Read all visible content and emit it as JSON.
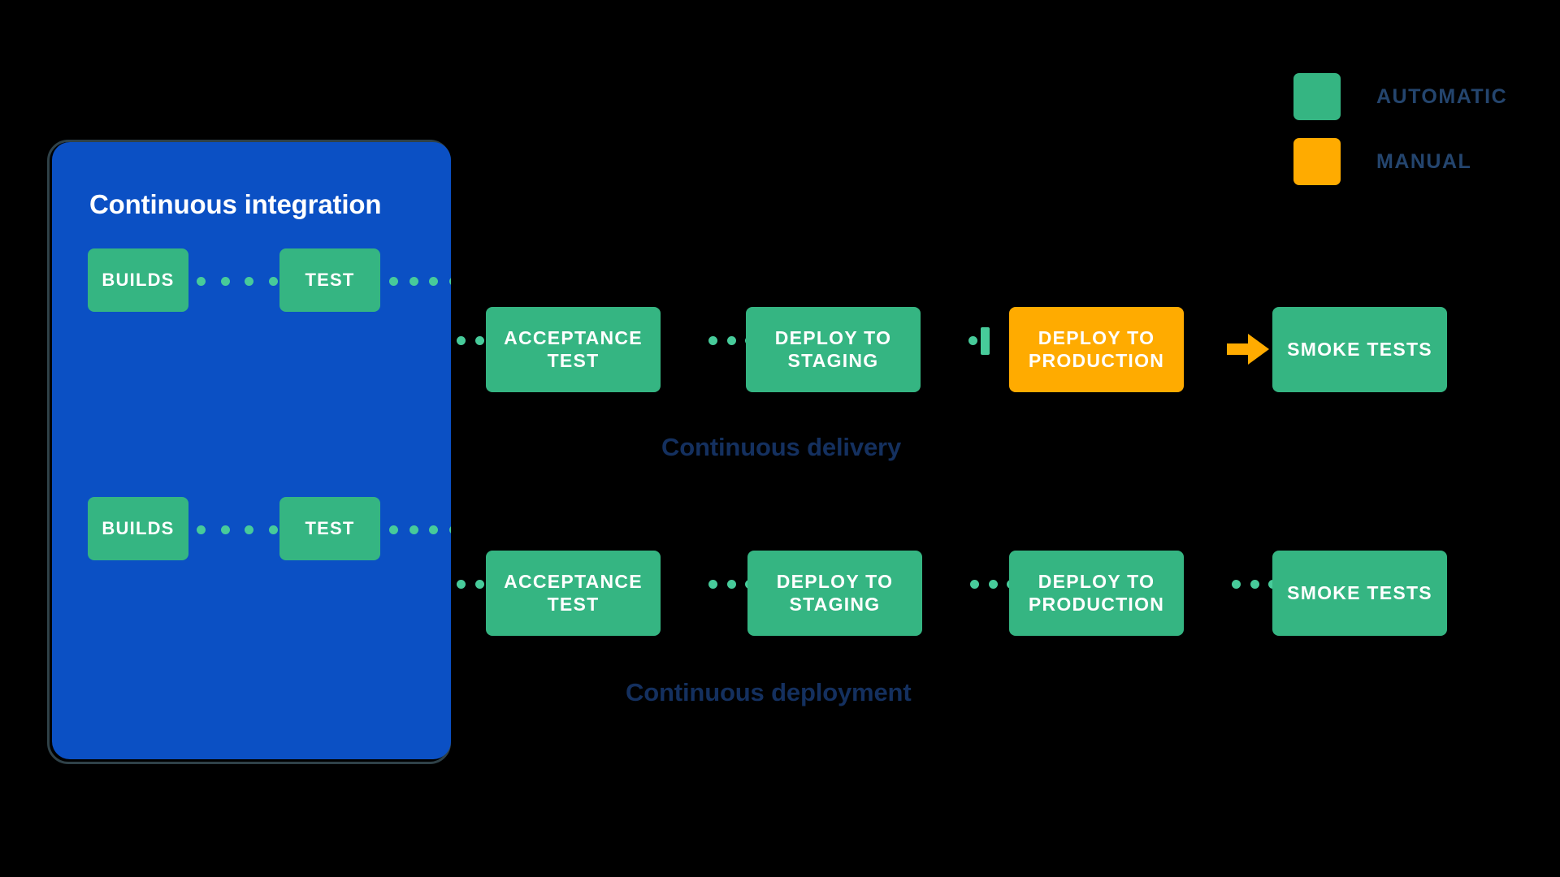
{
  "legend": {
    "items": [
      {
        "label": "AUTOMATIC",
        "color": "#35b582",
        "swatch_icon": "green-square-icon"
      },
      {
        "label": "MANUAL",
        "color": "#ffab00",
        "swatch_icon": "orange-square-icon"
      }
    ]
  },
  "ci_panel": {
    "title": "Continuous integration",
    "color": "#0b50c4",
    "border_color": "#2f4148"
  },
  "colors": {
    "automatic_green": "#35b582",
    "manual_orange": "#ffab00",
    "ci_blue": "#0b50c4",
    "dot_green": "#47cb9a",
    "caption_navy": "#14305f"
  },
  "rows": [
    {
      "caption": "Continuous delivery",
      "ci_stages": [
        {
          "label": "BUILDS",
          "type": "automatic"
        },
        {
          "label": "TEST",
          "type": "automatic"
        }
      ],
      "stages": [
        {
          "label": "ACCEPTANCE TEST",
          "type": "automatic"
        },
        {
          "label": "DEPLOY TO STAGING",
          "type": "automatic"
        },
        {
          "label": "DEPLOY TO PRODUCTION",
          "type": "manual"
        },
        {
          "label": "SMOKE TESTS",
          "type": "automatic"
        }
      ],
      "gate_after": "DEPLOY TO STAGING",
      "arrow_after": "DEPLOY TO PRODUCTION"
    },
    {
      "caption": "Continuous deployment",
      "ci_stages": [
        {
          "label": "BUILDS",
          "type": "automatic"
        },
        {
          "label": "TEST",
          "type": "automatic"
        }
      ],
      "stages": [
        {
          "label": "ACCEPTANCE TEST",
          "type": "automatic"
        },
        {
          "label": "DEPLOY TO STAGING",
          "type": "automatic"
        },
        {
          "label": "DEPLOY TO PRODUCTION",
          "type": "automatic"
        },
        {
          "label": "SMOKE TESTS",
          "type": "automatic"
        }
      ],
      "gate_after": null,
      "arrow_after": null
    }
  ]
}
